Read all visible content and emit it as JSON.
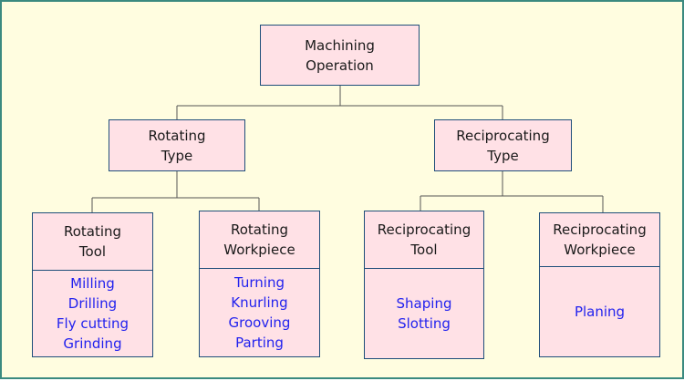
{
  "colors": {
    "background": "#fffde0",
    "border": "#3b8a80",
    "box_fill": "#ffe1e6",
    "box_border": "#1f4e7a",
    "item_text": "#2222ee",
    "connector": "#555555"
  },
  "root": {
    "label": "Machining\nOperation"
  },
  "rotating_type": {
    "label": "Rotating\nType"
  },
  "reciprocating_type": {
    "label": "Reciprocating\nType"
  },
  "rotating_tool": {
    "label": "Rotating\nTool",
    "items": [
      "Milling",
      "Drilling",
      "Fly cutting",
      "Grinding"
    ]
  },
  "rotating_workpiece": {
    "label": "Rotating\nWorkpiece",
    "items": [
      "Turning",
      "Knurling",
      "Grooving",
      "Parting"
    ]
  },
  "reciprocating_tool": {
    "label": "Reciprocating\nTool",
    "items": [
      "Shaping",
      "Slotting"
    ]
  },
  "reciprocating_workpiece": {
    "label": "Reciprocating\nWorkpiece",
    "items": [
      "Planing"
    ]
  }
}
